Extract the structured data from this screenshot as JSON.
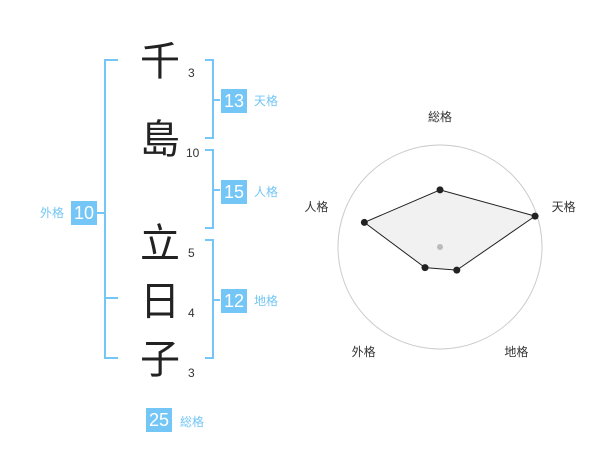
{
  "name": {
    "surname": [
      {
        "char": "千",
        "strokes": "3"
      },
      {
        "char": "島",
        "strokes": "10"
      }
    ],
    "given": [
      {
        "char": "立",
        "strokes": "5"
      },
      {
        "char": "日",
        "strokes": "4"
      },
      {
        "char": "子",
        "strokes": "3"
      }
    ]
  },
  "fortunes": {
    "tenkaku": {
      "value": "13",
      "label": "天格"
    },
    "jinkaku": {
      "value": "15",
      "label": "人格"
    },
    "chikaku": {
      "value": "12",
      "label": "地格"
    },
    "gaikaku": {
      "value": "10",
      "label": "外格"
    },
    "soukaku": {
      "value": "25",
      "label": "総格"
    }
  },
  "colors": {
    "accent": "#73c6f5",
    "text": "#222222",
    "radar_fill": "#eeeeee"
  },
  "chart_data": {
    "type": "radar",
    "axes": [
      "総格",
      "天格",
      "地格",
      "外格",
      "人格"
    ],
    "values": [
      0.56,
      0.98,
      0.28,
      0.25,
      0.78
    ],
    "rings": 4
  }
}
